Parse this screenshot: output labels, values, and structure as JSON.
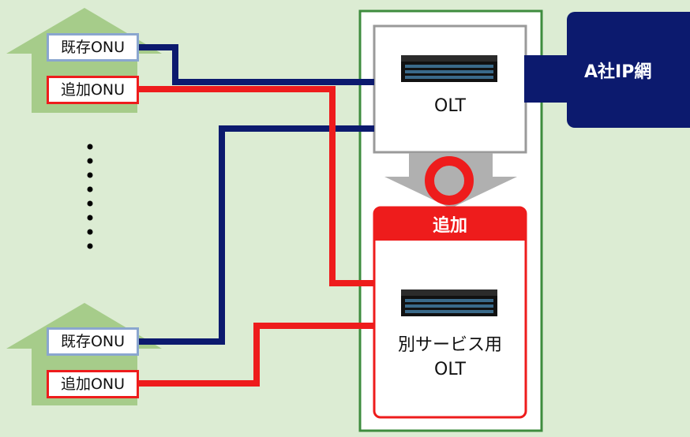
{
  "colors": {
    "background": "#dcecd3",
    "house": "#a6cc8a",
    "existing_line": "#0c1a6e",
    "added_line": "#ee1c1c",
    "container_border": "#3e8c3e",
    "olt_border": "#9a9a9a",
    "arrow": "#b0b0b0",
    "network": "#0c1a6e"
  },
  "houses": [
    {
      "existing_onu": "既存ONU",
      "added_onu": "追加ONU"
    },
    {
      "existing_onu": "既存ONU",
      "added_onu": "追加ONU"
    }
  ],
  "olt_existing": {
    "label": "OLT"
  },
  "olt_added": {
    "tag": "追加",
    "label_line1": "別サービス用",
    "label_line2": "OLT"
  },
  "network": {
    "label": "A社IP網"
  },
  "icons": [
    "house-icon",
    "olt-server-icon",
    "down-arrow-icon",
    "circle-ok-icon",
    "ellipsis-dots-icon"
  ]
}
